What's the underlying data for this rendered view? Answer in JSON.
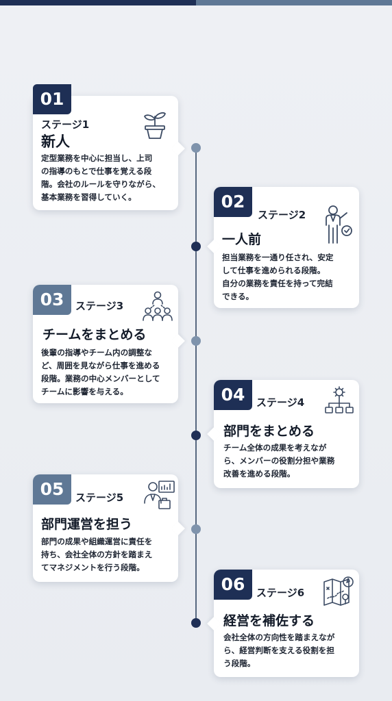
{
  "colors": {
    "navy": "#1e2f55",
    "slate": "#5f7895",
    "dot_light": "#7f93ac",
    "line": "#56677f"
  },
  "stages": [
    {
      "number": "01",
      "stage_label": "ステージ1",
      "title": "新人",
      "desc": [
        "定型業務を中心に担当し、上司",
        "の指導のもとで仕事を覚える段",
        "階。会社のルールを守りながら、",
        "基本業務を習得していく。"
      ],
      "icon": "plant-pot-icon"
    },
    {
      "number": "02",
      "stage_label": "ステージ2",
      "title": "一人前",
      "desc": [
        "担当業務を一通り任され、安定",
        "して仕事を進められる段階。",
        "自分の業務を責任を持って完結",
        "できる。"
      ],
      "icon": "person-check-icon"
    },
    {
      "number": "03",
      "stage_label": "ステージ3",
      "title": "チームをまとめる",
      "desc": [
        "後輩の指導やチーム内の調整な",
        "ど、周囲を見ながら仕事を進める",
        "段階。業務の中心メンバーとして",
        "チームに影響を与える。"
      ],
      "icon": "team-icon"
    },
    {
      "number": "04",
      "stage_label": "ステージ4",
      "title": "部門をまとめる",
      "desc": [
        "チーム全体の成果を考えなが",
        "ら、メンバーの役割分担や業務",
        "改善を進める段階。"
      ],
      "icon": "org-chart-gear-icon"
    },
    {
      "number": "05",
      "stage_label": "ステージ5",
      "title": "部門運営を担う",
      "desc": [
        "部門の成果や組織運営に責任を",
        "持ち、会社全体の方針を踏まえ",
        "てマネジメントを行う段階。"
      ],
      "icon": "manager-chart-icon"
    },
    {
      "number": "06",
      "stage_label": "ステージ6",
      "title": "経営を補佐する",
      "desc": [
        "会社全体の方向性を踏まえなが",
        "ら、経営判断を支える役割を担",
        "う段階。"
      ],
      "icon": "strategy-map-icon"
    }
  ]
}
